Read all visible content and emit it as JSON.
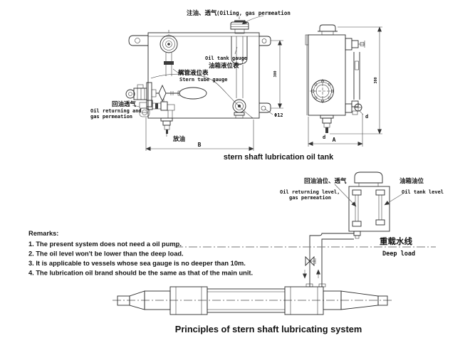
{
  "colors": {
    "line": "#2b2b2b",
    "text": "#111111",
    "background": "#ffffff"
  },
  "front_view": {
    "filler_label_cn": "注油、透气",
    "filler_label_en": "(Oiling, gas permeation",
    "oil_tank_gauge_en": "Oil tank gauge",
    "oil_tank_gauge_cn": "油箱液位表",
    "stern_tube_gauge_cn": "艉管液位表",
    "stern_tube_gauge_en": "Stern tube gauge",
    "oil_return_cn": "回油透气",
    "oil_return_en1": "Oil returning and",
    "oil_return_en2": "gas permeation",
    "drain_cn": "放油",
    "dim_width": "B",
    "dim_hole": "Φ12",
    "dim_height": "300"
  },
  "side_view": {
    "dim_width": "A",
    "dim_d_gauge": "d",
    "dim_d_drain": "d",
    "dim_height": "300"
  },
  "captions": {
    "tank": "stern shaft lubrication oil tank",
    "system": "Principles of stern shaft lubricating system"
  },
  "schematic": {
    "oil_return_cn": "回油油位、透气",
    "oil_return_en1": "Oil returning level,",
    "oil_return_en2": "gas permeation",
    "tank_level_cn": "油箱油位",
    "tank_level_en": "Oil tank level",
    "waterline_cn": "重载水线",
    "waterline_en": "Deep load"
  },
  "remarks": {
    "title": "Remarks:",
    "items": [
      "1. The present system does not need a oil pump.",
      "2. The oil level won't be lower than the deep load.",
      "3. It is applicable to vessels whose sea gauge is no deeper than 10m.",
      "4. The lubrication oil brand should be the same as that of the main unit."
    ]
  }
}
